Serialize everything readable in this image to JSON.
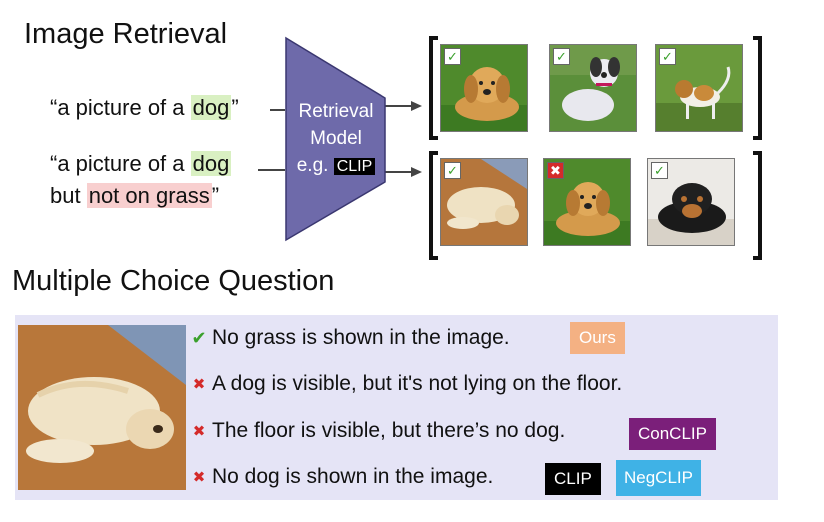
{
  "retrieval": {
    "title": "Image Retrieval",
    "query1": {
      "prefix": "“a picture of a ",
      "keyword": "dog",
      "suffix": "”"
    },
    "query2": {
      "line1_prefix": "“a picture of a ",
      "line1_keyword": "dog",
      "line2_prefix": "but ",
      "line2_keyword": "not on grass",
      "line2_suffix": "”"
    },
    "model": {
      "line1": "Retrieval",
      "line2": "Model",
      "line3_prefix": "e.g. ",
      "line3_tag": "CLIP"
    },
    "row1_results": [
      {
        "name": "golden-retriever-on-grass",
        "mark": "✓",
        "status": "correct"
      },
      {
        "name": "white-dog-sitting-on-grass",
        "mark": "✓",
        "status": "correct"
      },
      {
        "name": "beagle-on-grass",
        "mark": "✓",
        "status": "correct"
      }
    ],
    "row2_results": [
      {
        "name": "golden-retriever-lying-on-floor",
        "mark": "✓",
        "status": "correct"
      },
      {
        "name": "golden-retriever-on-grass",
        "mark": "✖",
        "status": "incorrect"
      },
      {
        "name": "black-dog-lying-on-floor",
        "mark": "✓",
        "status": "correct"
      }
    ]
  },
  "mcq": {
    "title": "Multiple Choice Question",
    "options": [
      {
        "mark": "✔",
        "correct": true,
        "text": "No grass is shown in the image."
      },
      {
        "mark": "✖",
        "correct": false,
        "text": "A dog is visible, but it's not lying on the floor."
      },
      {
        "mark": "✖",
        "correct": false,
        "text": "The floor is visible, but there’s no dog."
      },
      {
        "mark": "✖",
        "correct": false,
        "text": "No dog is shown in the image."
      }
    ],
    "tags": [
      {
        "label": "Ours",
        "bg": "#f4b183",
        "color": "#ffffff"
      },
      {
        "label": "ConCLIP",
        "bg": "#7b1f7a",
        "color": "#ffffff"
      },
      {
        "label": "CLIP",
        "bg": "#000000",
        "color": "#ffffff"
      },
      {
        "label": "NegCLIP",
        "bg": "#3fb2e6",
        "color": "#ffffff"
      }
    ]
  },
  "colors": {
    "model_fill": "#6e6aaa",
    "green_highlight": "#d9f0c2",
    "red_highlight": "#f8cfcf",
    "panel_bg": "#e5e4f6",
    "check_green": "#3aa02c",
    "cross_red": "#d42a2a"
  }
}
